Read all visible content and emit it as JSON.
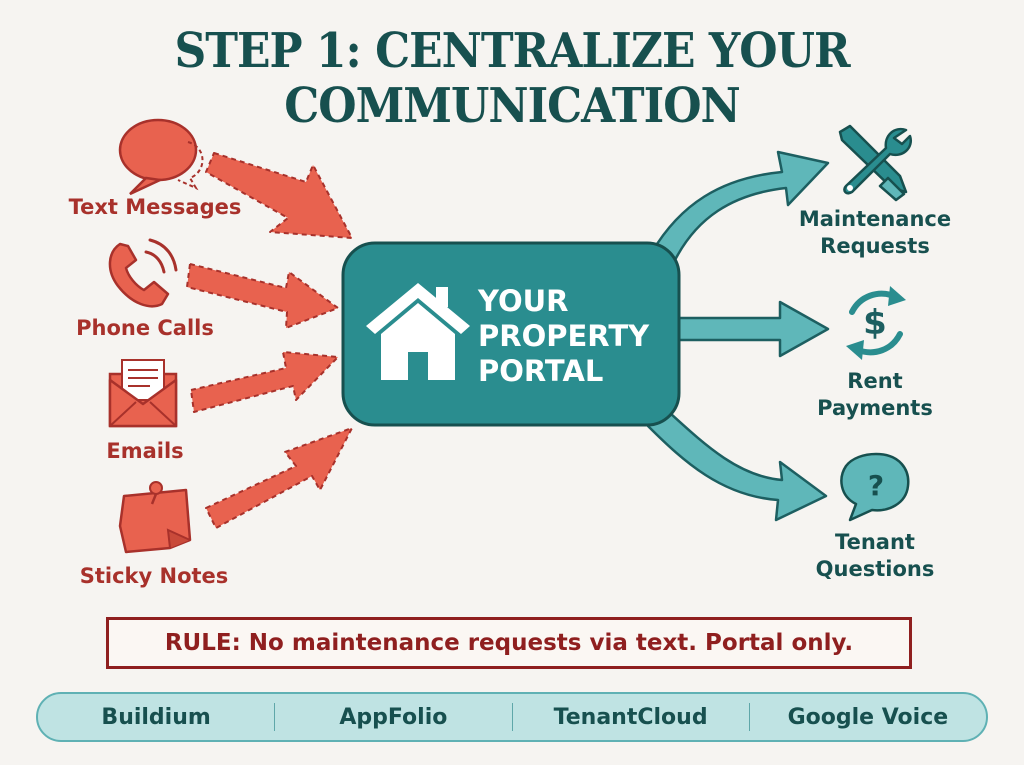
{
  "title": "STEP 1: CENTRALIZE YOUR COMMUNICATION",
  "inputs": [
    {
      "label": "Text Messages",
      "icon": "speech-bubble-icon"
    },
    {
      "label": "Phone Calls",
      "icon": "phone-icon"
    },
    {
      "label": "Emails",
      "icon": "envelope-icon"
    },
    {
      "label": "Sticky Notes",
      "icon": "sticky-note-icon"
    }
  ],
  "portal": {
    "line1": "YOUR",
    "line2": "PROPERTY",
    "line3": "PORTAL",
    "icon": "house-icon"
  },
  "outputs": [
    {
      "line1": "Maintenance",
      "line2": "Requests",
      "icon": "wrench-screwdriver-icon"
    },
    {
      "line1": "Rent",
      "line2": "Payments",
      "icon": "dollar-cycle-icon"
    },
    {
      "line1": "Tenant",
      "line2": "Questions",
      "icon": "question-bubble-icon"
    }
  ],
  "rule": "RULE: No maintenance requests via text. Portal only.",
  "tools": [
    "Buildium",
    "AppFolio",
    "TenantCloud",
    "Google Voice"
  ],
  "colors": {
    "title": "#17504f",
    "red": "#e8624f",
    "red_dark": "#a8312b",
    "teal": "#2a8d8f",
    "teal_dark": "#1d5f61",
    "rule_border": "#8f1f1f",
    "tools_bg": "#bfe3e3"
  }
}
